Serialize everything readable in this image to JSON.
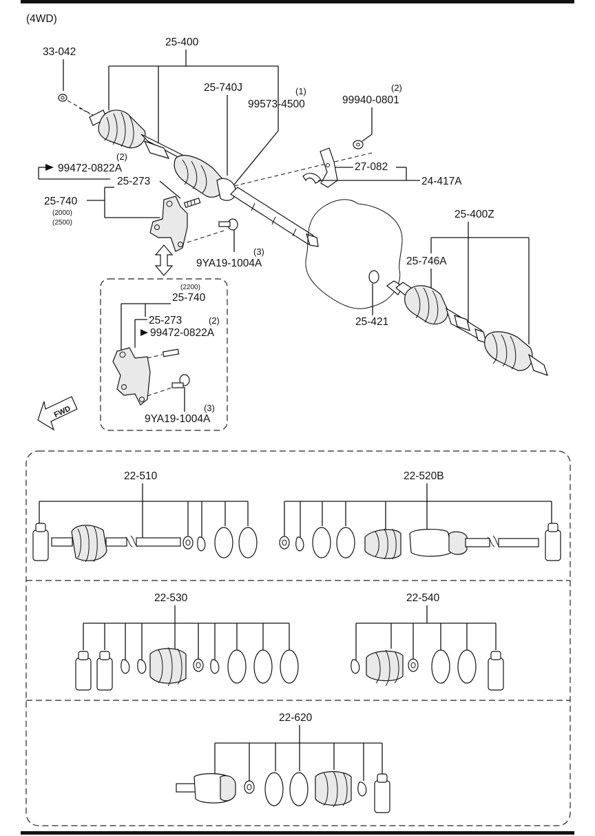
{
  "header": {
    "variant": "(4WD)"
  },
  "upper": {
    "labels": {
      "p33_042": "33-042",
      "p25_400": "25-400",
      "p25_740J": "25-740J",
      "qty_1": "(1)",
      "p99573_4500": "99573-4500",
      "qty_2_a": "(2)",
      "p99940_0801": "99940-0801",
      "qty_2_b": "(2)",
      "p99472_0822A": "99472-0822A",
      "p27_082": "27-082",
      "p24_417A": "24-417A",
      "p25_273": "25-273",
      "p25_740": "25-740",
      "note_2000": "(2000)",
      "note_2500": "(2500)",
      "qty_3_a": "(3)",
      "p9YA19_1004A": "9YA19-1004A",
      "p25_400Z": "25-400Z",
      "p25_746A": "25-746A",
      "p25_421": "25-421"
    },
    "inset": {
      "note_2200": "(2200)",
      "p25_740": "25-740",
      "p25_273": "25-273",
      "qty_2": "(2)",
      "p99472_0822A": "99472-0822A",
      "qty_3": "(3)",
      "p9YA19_1004A": "9YA19-1004A"
    },
    "fwd": "FWD"
  },
  "kits": {
    "k22_510": "22-510",
    "k22_520B": "22-520B",
    "k22_530": "22-530",
    "k22_540": "22-540",
    "k22_620": "22-620"
  }
}
